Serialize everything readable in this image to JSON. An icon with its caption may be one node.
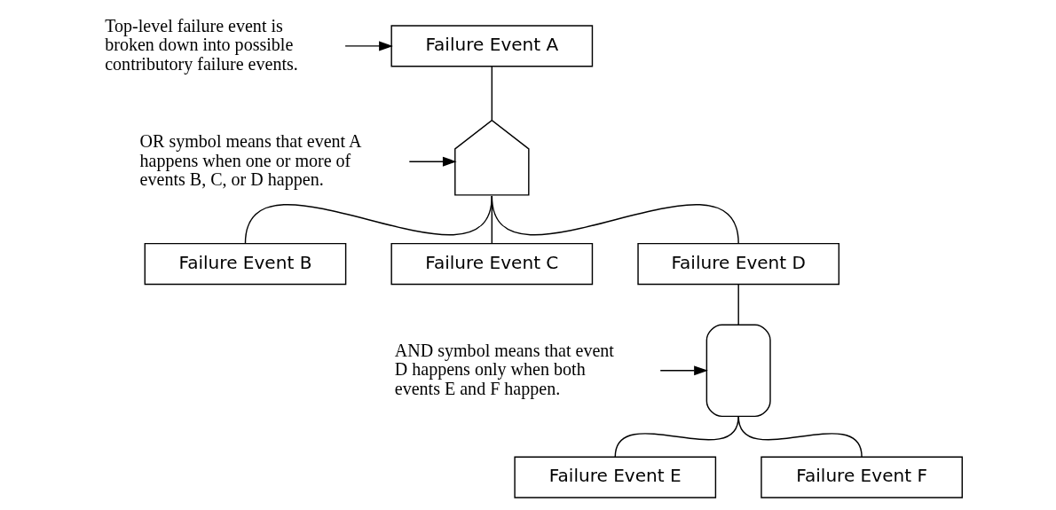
{
  "diagram": {
    "nodes": [
      {
        "text": [
          "Top-level failure event is broken down into possible contributory failure events."
        ]
      },
      {
        "text": [
          "Failure Event A"
        ]
      },
      {
        "text": [
          "OR symbol means that event A happens when one or more of events B, C, or D happen."
        ]
      },
      {
        "text": [],
        "shape": "or-gate"
      },
      {
        "text": [
          "Failure Event B"
        ]
      },
      {
        "text": [
          "Failure Event C"
        ]
      },
      {
        "text": [
          "Failure Event D"
        ]
      },
      {
        "text": [
          "AND symbol means that event D happens only when both events E and F happen."
        ]
      },
      {
        "text": [],
        "shape": "and-gate"
      },
      {
        "text": [
          "Failure Event E"
        ]
      },
      {
        "text": [
          "Failure Event F"
        ]
      }
    ],
    "edges": [
      {
        "from": 0,
        "to": 1,
        "arrow": "to"
      },
      {
        "from": 1,
        "to": 3,
        "arrow": "none"
      },
      {
        "from": 2,
        "to": 3,
        "arrow": "to"
      },
      {
        "from": 3,
        "to": 4,
        "arrow": "none"
      },
      {
        "from": 3,
        "to": 5,
        "arrow": "none"
      },
      {
        "from": 3,
        "to": 6,
        "arrow": "none"
      },
      {
        "from": 6,
        "to": 8,
        "arrow": "none"
      },
      {
        "from": 7,
        "to": 8,
        "arrow": "to"
      },
      {
        "from": 8,
        "to": 9,
        "arrow": "none"
      },
      {
        "from": 8,
        "to": 10,
        "arrow": "none"
      }
    ]
  }
}
